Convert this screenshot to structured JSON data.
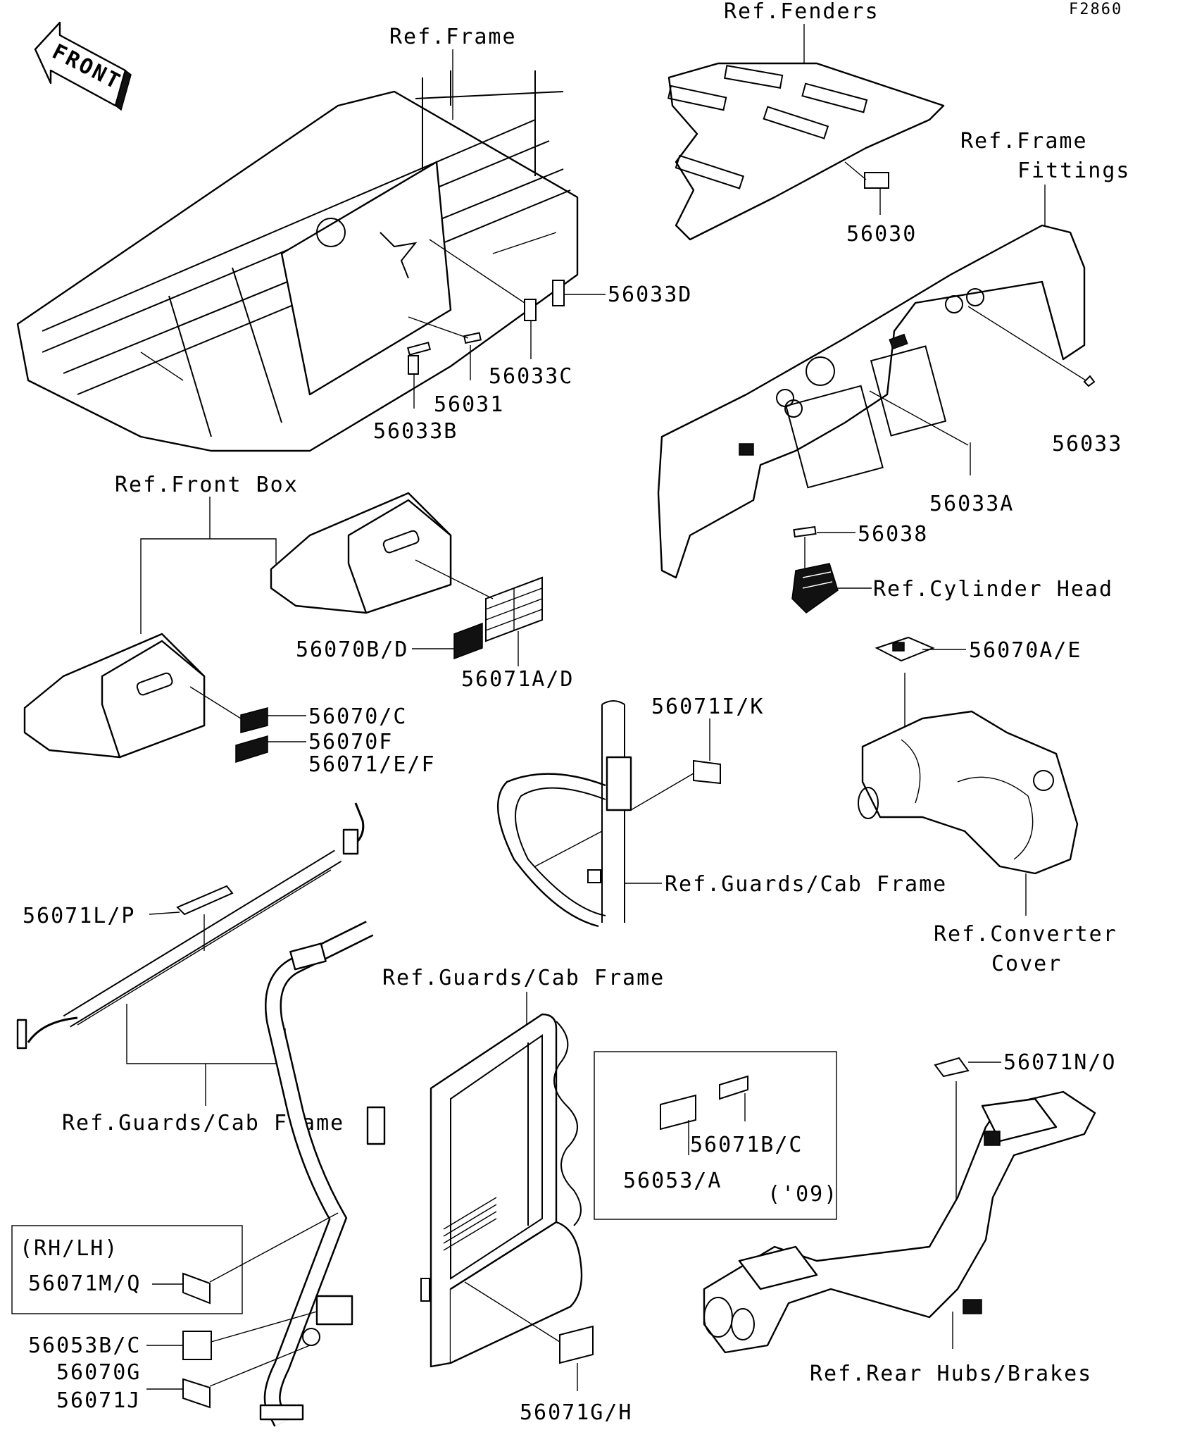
{
  "figure_code": "F2860",
  "front_arrow": "FRONT",
  "callouts": {
    "ref_fenders": "Ref.Fenders",
    "ref_frame": "Ref.Frame",
    "ref_frame_fittings_1": "Ref.Frame",
    "ref_frame_fittings_2": "Fittings",
    "ref_front_box": "Ref.Front Box",
    "ref_cylinder_head": "Ref.Cylinder Head",
    "ref_guards_cab_frame_mid": "Ref.Guards/Cab Frame",
    "ref_converter_cover_1": "Ref.Converter",
    "ref_converter_cover_2": "Cover",
    "ref_guards_cab_frame_center": "Ref.Guards/Cab Frame",
    "ref_guards_cab_frame_left": "Ref.Guards/Cab Frame",
    "ref_rear_hubs_brakes": "Ref.Rear Hubs/Brakes"
  },
  "parts": {
    "p56030": "56030",
    "p56033D": "56033D",
    "p56033C": "56033C",
    "p56031": "56031",
    "p56033B": "56033B",
    "p56033": "56033",
    "p56033A": "56033A",
    "p56038": "56038",
    "p56070AE": "56070A/E",
    "p56070BD": "56070B/D",
    "p56071AD": "56071A/D",
    "p56070C": "56070/C",
    "p56070F": "56070F",
    "p56071EF": "56071/E/F",
    "p56071IK": "56071I/K",
    "p56071LP": "56071L/P",
    "p56071NO": "56071N/O",
    "p56071BC": "56071B/C",
    "p56053A": "56053/A",
    "p56071MQ": "56071M/Q",
    "p56053BC": "56053B/C",
    "p56070G": "56070G",
    "p56071J": "56071J",
    "p56071GH": "56071G/H"
  },
  "notes": {
    "rh_lh": "(RH/LH)",
    "year_09": "('09)"
  }
}
